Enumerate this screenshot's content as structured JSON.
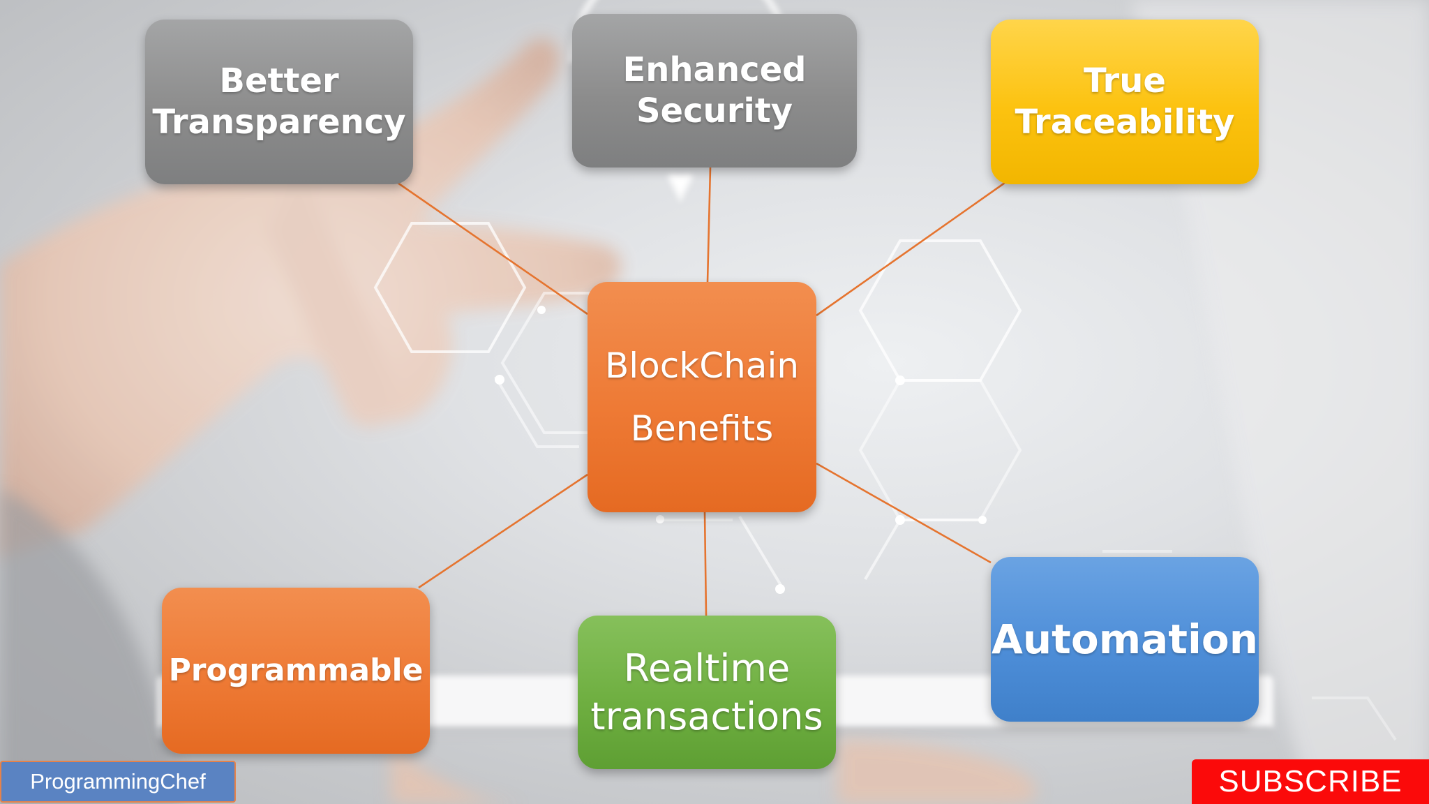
{
  "diagram": {
    "center": {
      "line1": "BlockChain",
      "line2": "Benefits",
      "color": "#ee7a35"
    },
    "benefits": [
      {
        "id": "transparency",
        "line1": "Better",
        "line2": "Transparency",
        "color": "#8c8c8c"
      },
      {
        "id": "security",
        "line1": "Enhanced",
        "line2": "Security",
        "color": "#8c8c8c"
      },
      {
        "id": "traceability",
        "line1": "True",
        "line2": "Traceability",
        "color": "#fcc20f"
      },
      {
        "id": "programmable",
        "line1": "Programmable",
        "color": "#ee7a35"
      },
      {
        "id": "realtime",
        "line1": "Realtime",
        "line2": "transactions",
        "color": "#6faf41"
      },
      {
        "id": "automation",
        "line1": "Automation",
        "color": "#4e8ed8"
      }
    ],
    "connector_color": "#e5742f"
  },
  "footer": {
    "channel_name": "ProgrammingChef",
    "subscribe_label": "SUBSCRIBE"
  }
}
